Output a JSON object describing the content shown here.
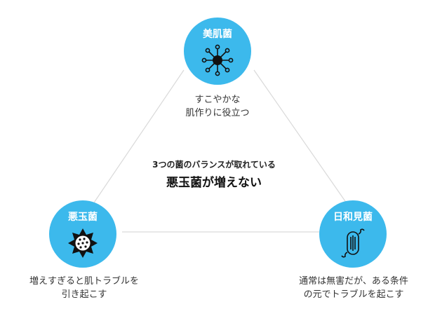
{
  "diagram": {
    "nodes": {
      "top": {
        "label": "美肌菌",
        "icon": "starburst-bacteria-icon",
        "description": [
          "すこやかな",
          "肌作りに役立つ"
        ]
      },
      "left": {
        "label": "悪玉菌",
        "icon": "spiky-bacteria-icon",
        "description": [
          "増えすぎると肌トラブルを",
          "引き起こす"
        ]
      },
      "right": {
        "label": "日和見菌",
        "icon": "rod-bacteria-icon",
        "description": [
          "通常は無害だが、ある条件",
          "の元でトラブルを起こす"
        ]
      }
    },
    "center": {
      "subtitle": "3つの菌のバランスが取れている",
      "title": "悪玉菌が増えない"
    },
    "colors": {
      "node": "#3cb9ec",
      "line": "#d9d9d9",
      "icon": "#111111"
    }
  }
}
